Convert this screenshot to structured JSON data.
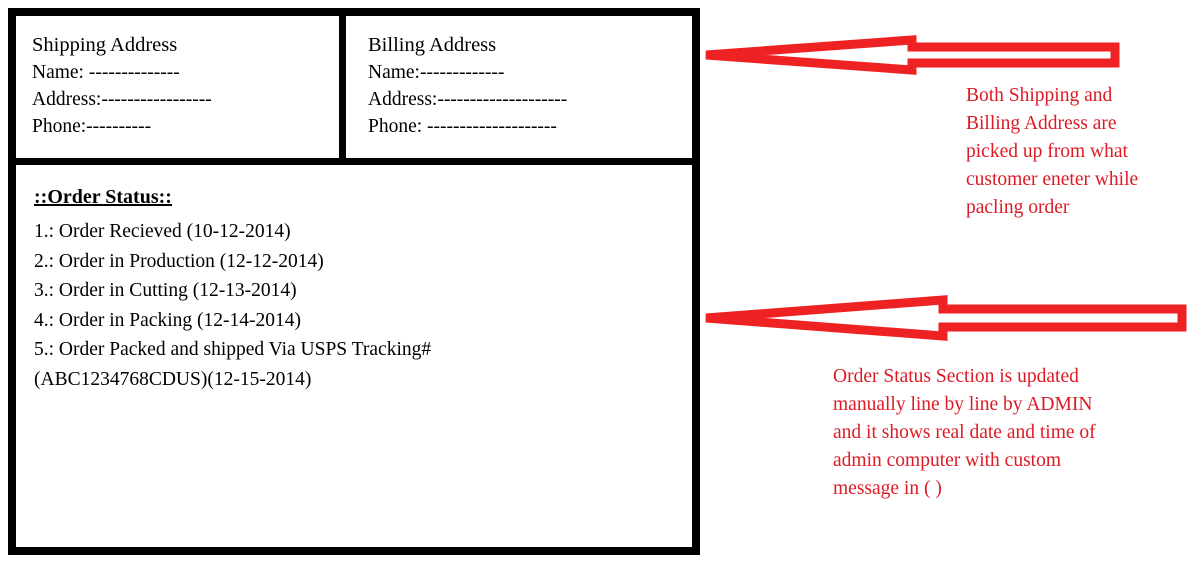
{
  "card": {
    "shipping": {
      "title": "Shipping Address",
      "lines": [
        "Name: --------------",
        "Address:-----------------",
        "Phone:----------"
      ]
    },
    "billing": {
      "title": "Billing Address",
      "lines": [
        "Name:-------------",
        "Address:--------------------",
        "Phone: --------------------"
      ]
    },
    "order_status": {
      "heading": "::Order Status::",
      "items": [
        "1.: Order Recieved (10-12-2014)",
        "2.: Order in Production (12-12-2014)",
        "3.: Order in Cutting (12-13-2014)",
        "4.: Order in Packing (12-14-2014)",
        "5.: Order Packed and shipped Via USPS Tracking#",
        "(ABC1234768CDUS)(12-15-2014)"
      ]
    }
  },
  "annotations": [
    {
      "name": "address-note",
      "arrow": "left-arrow-outline",
      "lines": [
        "Both Shipping and",
        "Billing Address are",
        "picked up from what",
        "customer eneter while",
        "pacling order"
      ]
    },
    {
      "name": "order-status-note",
      "arrow": "left-arrow-outline",
      "lines": [
        "Order Status Section is updated",
        "manually line by line by ADMIN",
        "and it shows real date and time of",
        "admin computer with custom",
        "message in ( )"
      ]
    }
  ],
  "colors": {
    "frame": "#000000",
    "text": "#000000",
    "annotation_red": "#dd1a26",
    "arrow_red": "#ee2222",
    "background": "#ffffff"
  }
}
